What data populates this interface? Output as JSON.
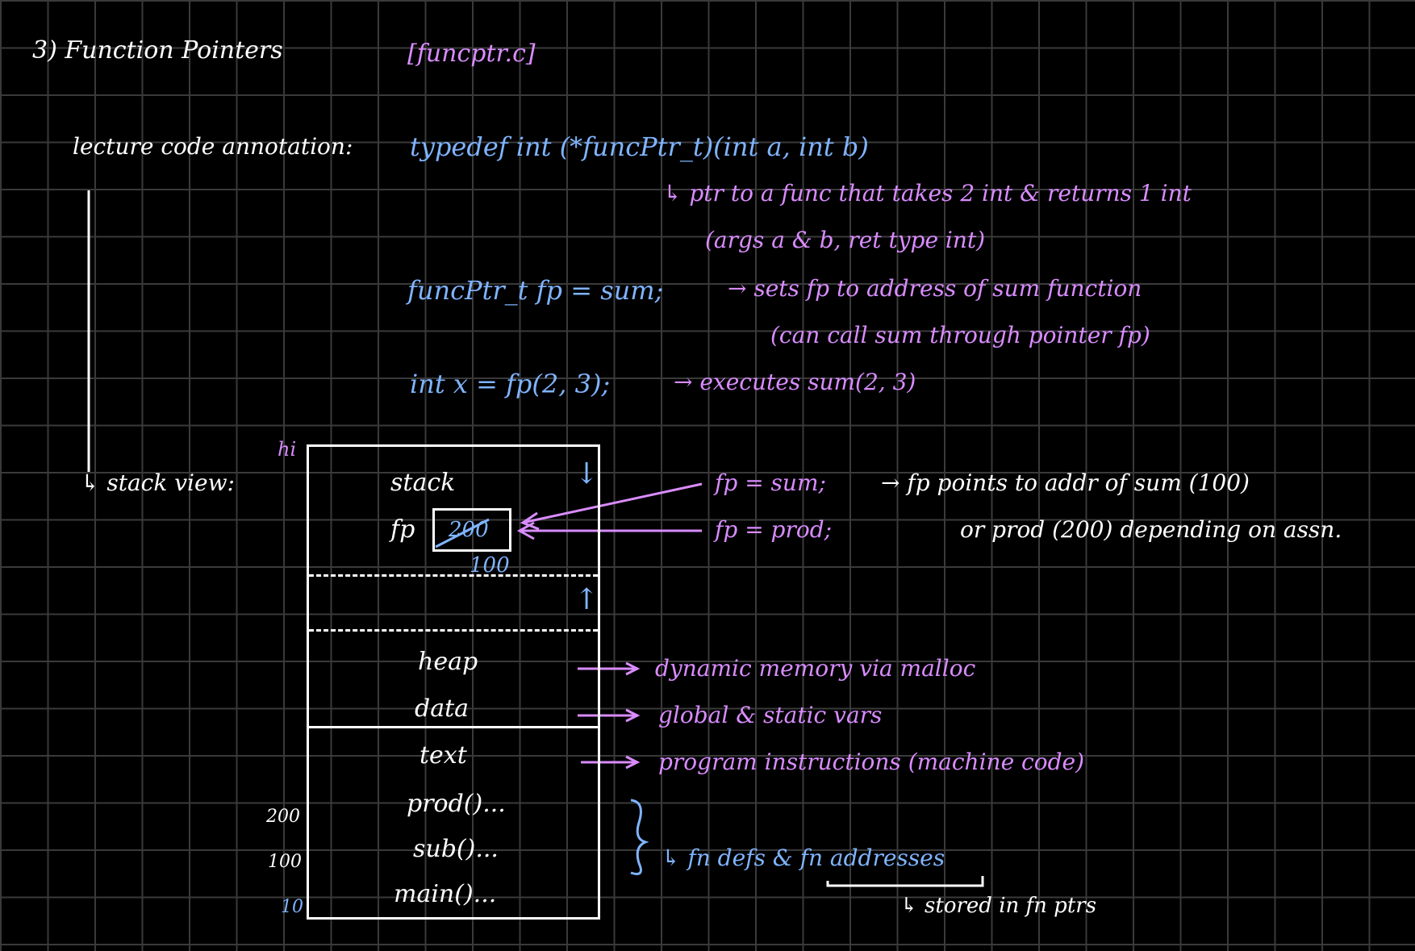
{
  "header": {
    "title": "3) Function Pointers",
    "filename": "[funcptr.c]"
  },
  "annotation": {
    "label": "lecture code annotation:",
    "typedef_line": "typedef int (*funcPtr_t)(int a, int b)",
    "typedef_note_1": "↳ ptr to a func that takes 2 int & returns 1 int",
    "typedef_note_2": "(args a & b, ret type int)",
    "assign_line": "funcPtr_t fp = sum;",
    "assign_note_1": "→ sets fp to address of sum function",
    "assign_note_2": "(can call sum through pointer fp)",
    "call_line": "int x = fp(2, 3);",
    "call_note": "→ executes sum(2, 3)"
  },
  "stack_view": {
    "label": "↳ stack view:",
    "hi_label": "hi",
    "stack_label": "stack",
    "down_arrow": "↓",
    "up_arrow": "↑",
    "fp_label": "fp",
    "fp_old_value": "200",
    "fp_new_value": "100",
    "heap_label": "heap",
    "data_label": "data",
    "text_label": "text",
    "prod_entry": "prod()...",
    "sub_entry": "sub()...",
    "main_entry": "main()...",
    "addr_200": "200",
    "addr_100": "100",
    "addr_10": "10"
  },
  "notes": {
    "fp_sum": "fp = sum;",
    "fp_prod": "fp = prod;",
    "fp_explain_1": "→ fp points to addr of sum (100)",
    "fp_explain_2": "or prod (200) depending on assn.",
    "heap_note": "dynamic memory via malloc",
    "data_note": "global & static vars",
    "text_note": "program instructions (machine code)",
    "fn_defs": "↳ fn defs & fn addresses",
    "stored": "↳ stored in fn ptrs"
  },
  "colors": {
    "background": "#000000",
    "grid": "#3a3a3a",
    "ink_white": "#ffffff",
    "ink_blue": "#7fb4ff",
    "ink_purple": "#d98cff"
  }
}
